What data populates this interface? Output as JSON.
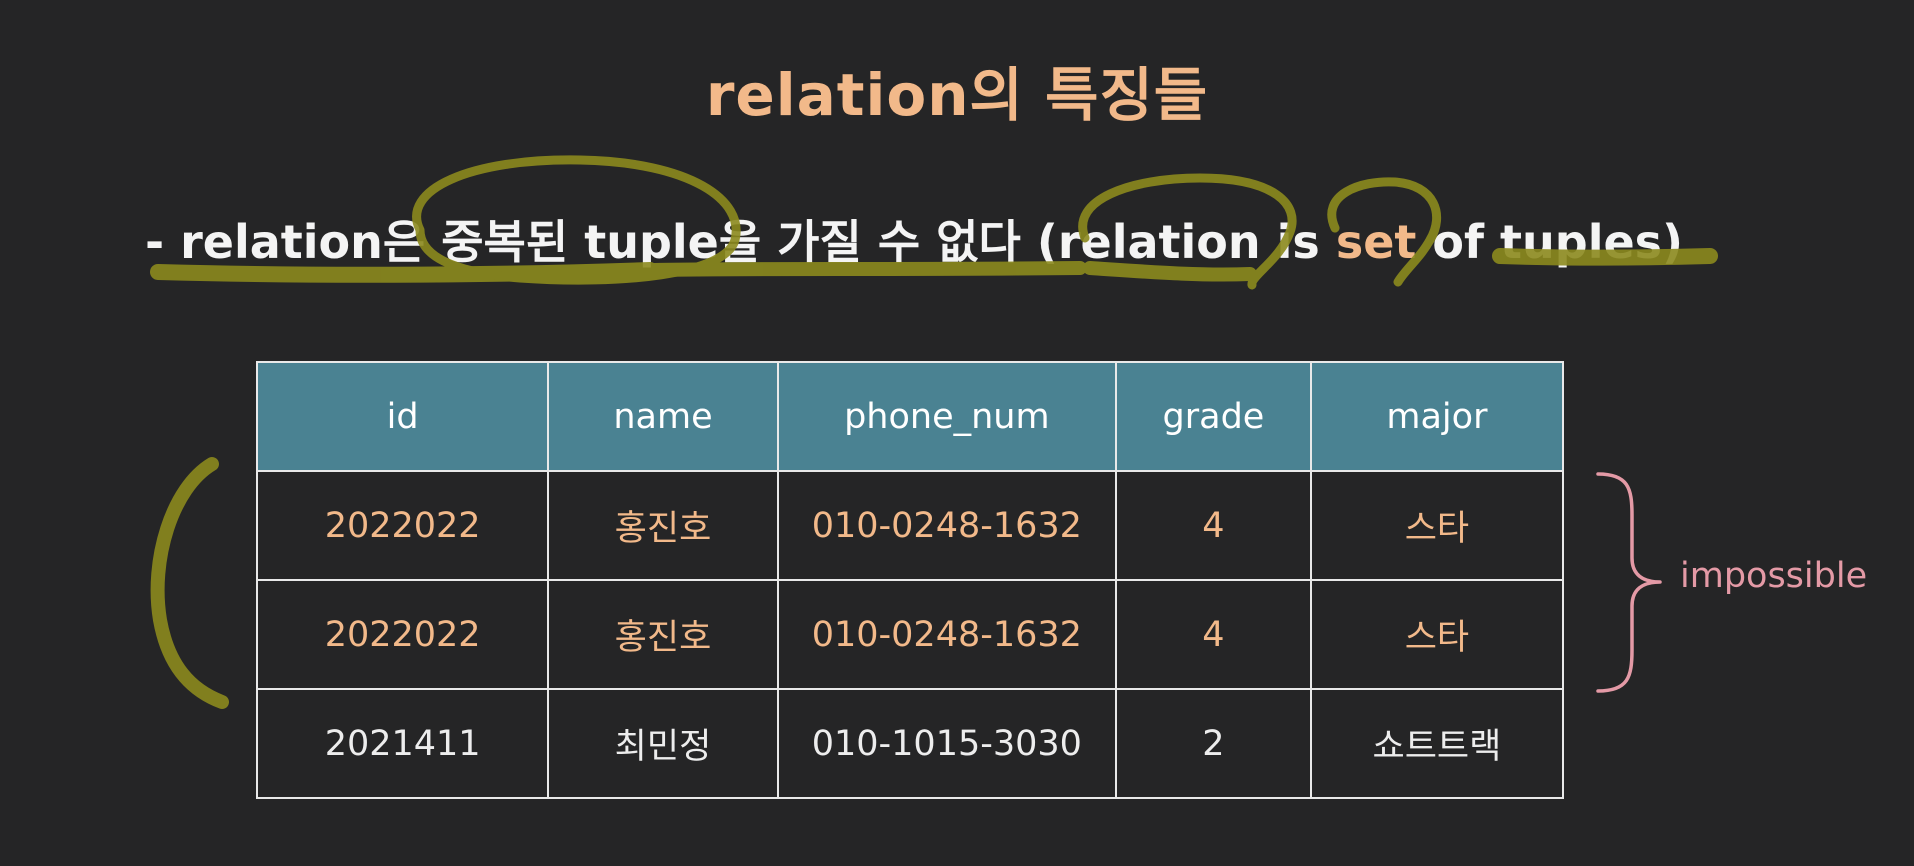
{
  "slide": {
    "title": "relation의 특징들",
    "statement_pre": "- relation은 중복된 tuple을 가질 수 없다 (relation is ",
    "statement_accent": "set",
    "statement_post": " of tuples)",
    "side_label": "impossible"
  },
  "table": {
    "headers": [
      "id",
      "name",
      "phone_num",
      "grade",
      "major"
    ],
    "rows": [
      [
        "2022022",
        "홍진호",
        "010-0248-1632",
        "4",
        "스타"
      ],
      [
        "2022022",
        "홍진호",
        "010-0248-1632",
        "4",
        "스타"
      ],
      [
        "2021411",
        "최민정",
        "010-1015-3030",
        "2",
        "쇼트트랙"
      ]
    ]
  },
  "colors": {
    "background": "#252526",
    "title": "#f2b98a",
    "header_fill": "#4a8292",
    "highlight_marker": "#8c8a1e",
    "brace": "#e49aa6"
  }
}
